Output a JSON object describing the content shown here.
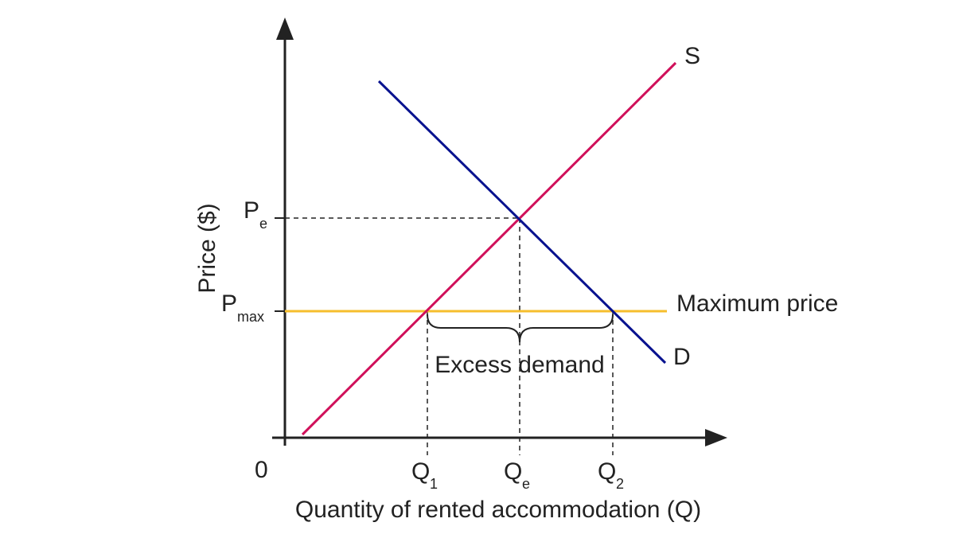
{
  "colors": {
    "axes": "#222222",
    "supply": "#D0105A",
    "demand": "#08128F",
    "max_price": "#F6BE2D",
    "guides": "#222222"
  },
  "labels": {
    "origin": "0",
    "y_axis_title": "Price ($)",
    "x_axis_title": "Quantity of rented accommodation (Q)",
    "p_e": "P",
    "p_e_sub": "e",
    "p_max": "P",
    "p_max_sub": "max",
    "q1": "Q",
    "q1_sub": "1",
    "qe": "Q",
    "qe_sub": "e",
    "q2": "Q",
    "q2_sub": "2",
    "supply": "S",
    "demand": "D",
    "max_price": "Maximum price",
    "excess_demand": "Excess demand"
  }
}
